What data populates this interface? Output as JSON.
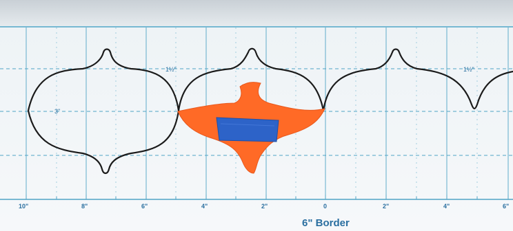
{
  "ruler": {
    "labels": {
      "upper_left": "1½\"",
      "upper_right": "1½\"",
      "middle": "3\""
    },
    "scale": [
      "10\"",
      "8\"",
      "6\"",
      "4\"",
      "2\"",
      "0",
      "2\"",
      "4\"",
      "6\""
    ],
    "title": "6\" Border"
  },
  "colors": {
    "background": "#d9dfe3",
    "ruler": "#f1f5f7",
    "grid": "#4fa4c5",
    "outline": "#1b1b1b",
    "template_fill": "#ff6a26",
    "tape": "#2d63c8",
    "label": "#2a6fa0"
  },
  "icons": {
    "template_shape": "ogee-lantern-shape",
    "tape": "painter-tape"
  }
}
